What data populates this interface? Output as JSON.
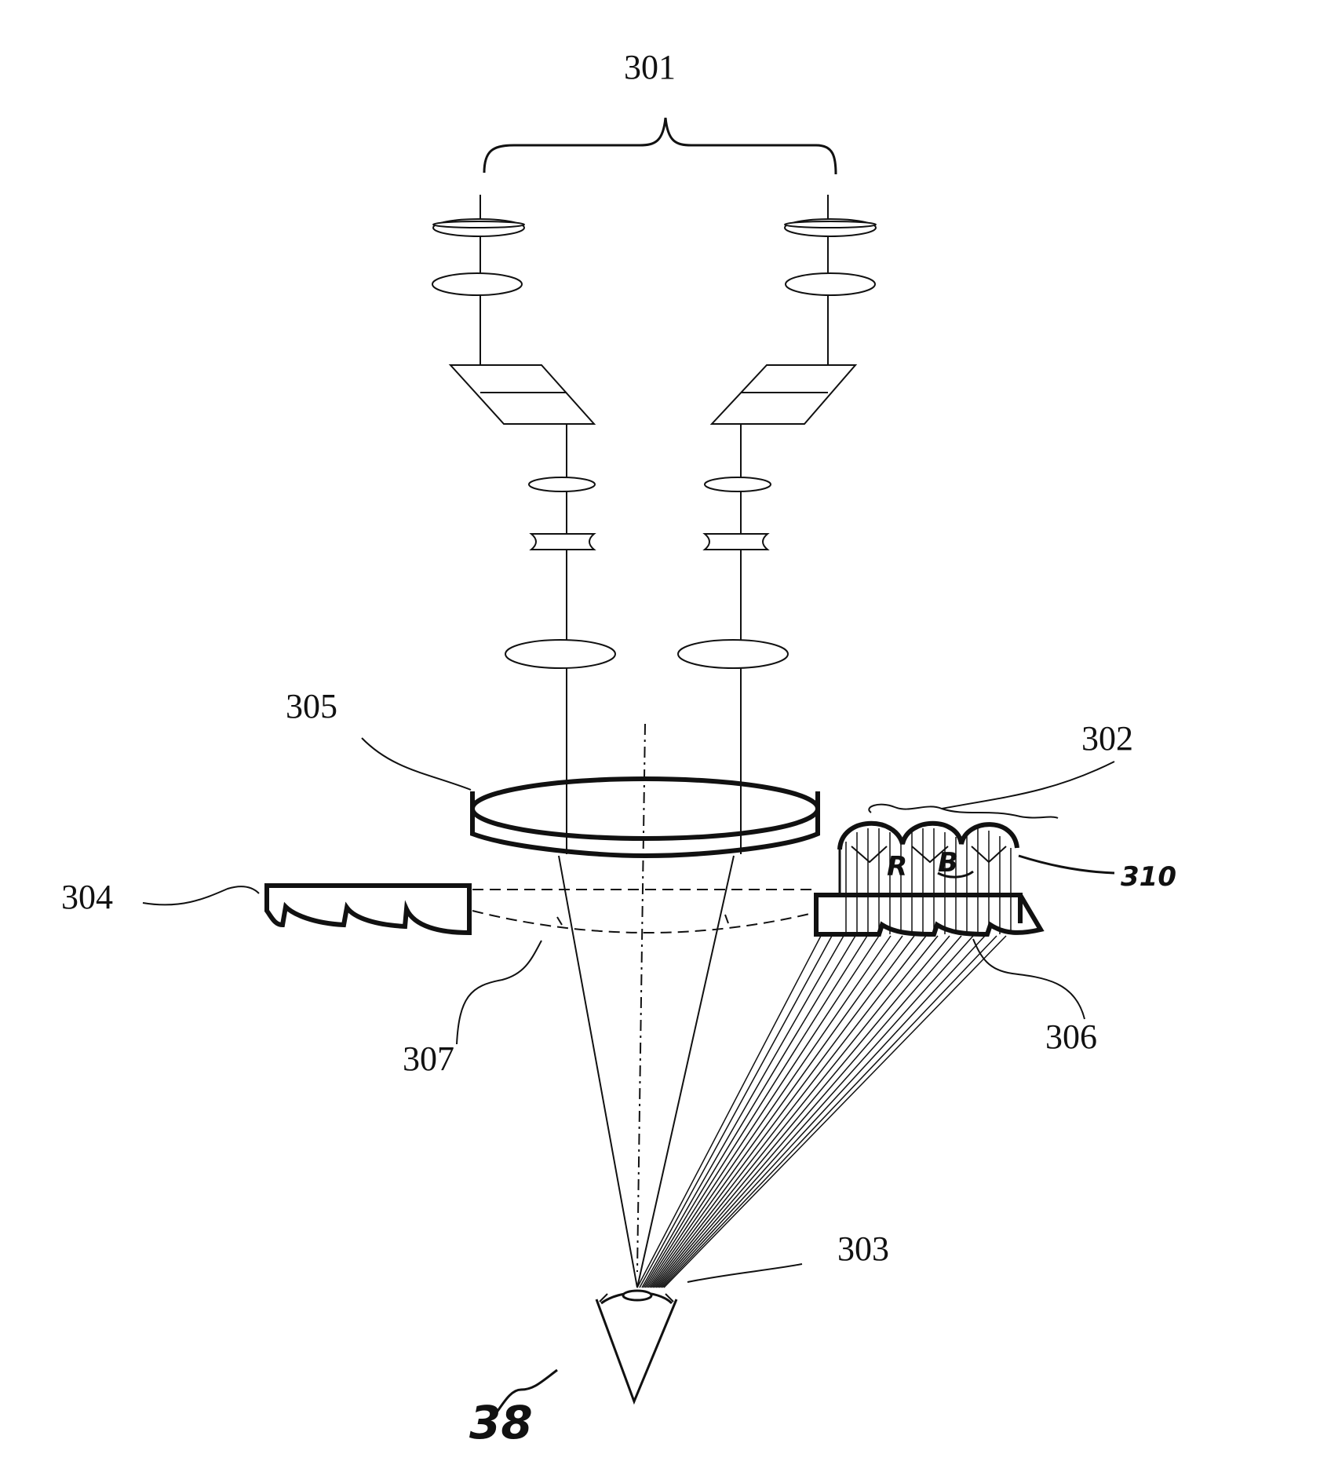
{
  "labels": {
    "optics_module": "301",
    "lens_array": "302",
    "eye_point": "303",
    "left_fresnel": "304",
    "field_lens": "305",
    "right_fresnel": "306",
    "center_fresnel": "307",
    "ray_bundle": "310",
    "eye": "38"
  },
  "handwritten_marks": {
    "r_mark": "R",
    "b_mark": "B"
  }
}
